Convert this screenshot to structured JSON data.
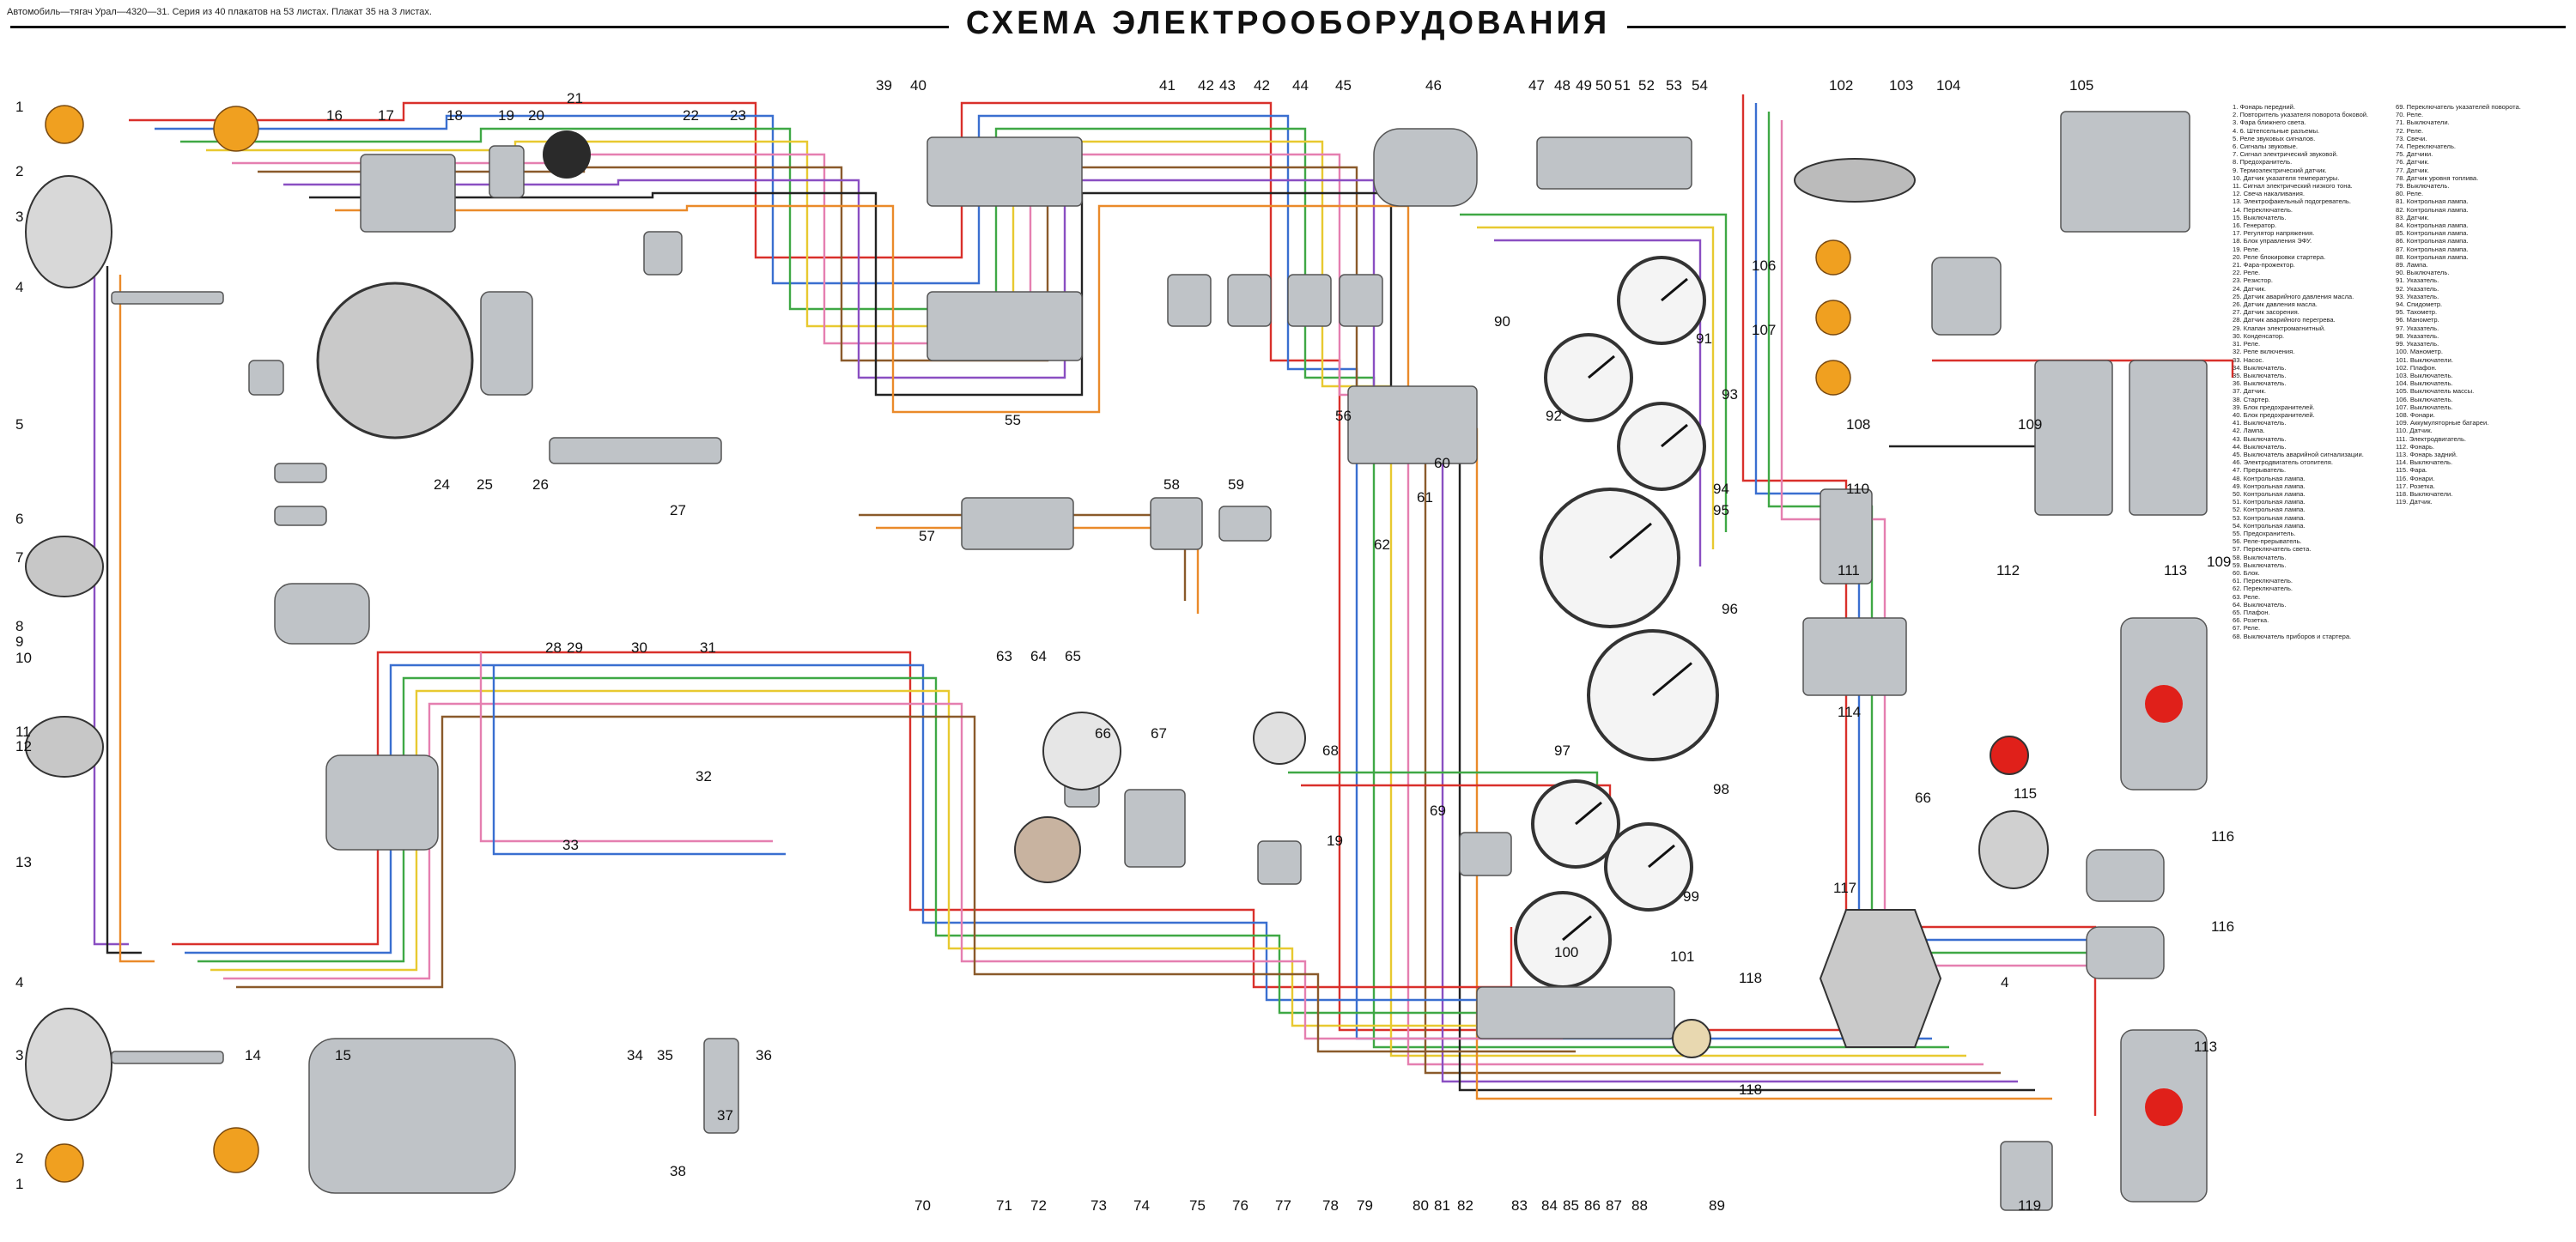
{
  "header": {
    "caption": "Автомобиль—тягач Урал—4320—31. Серия из 40 плакатов на 53 листах. Плакат 35 на 3 листах.",
    "title": "СХЕМА ЭЛЕКТРООБОРУДОВАНИЯ"
  },
  "callouts": {
    "left": [
      "1",
      "2",
      "3",
      "4",
      "5",
      "6",
      "7",
      "8",
      "9",
      "10",
      "11",
      "12",
      "13",
      "4",
      "3",
      "2",
      "1"
    ],
    "top": [
      "16",
      "17",
      "18",
      "19",
      "20",
      "21",
      "22",
      "23",
      "39",
      "40",
      "41",
      "42",
      "43",
      "42",
      "44",
      "45",
      "46",
      "47",
      "48",
      "49",
      "50",
      "51",
      "52",
      "53",
      "54",
      "102",
      "103",
      "104",
      "105"
    ],
    "middle": [
      "24",
      "25",
      "26",
      "27",
      "28",
      "29",
      "30",
      "31",
      "32",
      "33",
      "55",
      "56",
      "57",
      "58",
      "59",
      "60",
      "61",
      "62",
      "63",
      "64",
      "65",
      "66",
      "67",
      "68",
      "19",
      "69",
      "90",
      "91",
      "92",
      "93",
      "94",
      "95",
      "96",
      "97",
      "98",
      "99",
      "100",
      "101",
      "106",
      "107",
      "108",
      "109",
      "109",
      "110",
      "111",
      "112",
      "113",
      "114",
      "115",
      "116",
      "116",
      "117",
      "118",
      "118",
      "4",
      "113",
      "66"
    ],
    "bottom": [
      "14",
      "15",
      "34",
      "35",
      "36",
      "37",
      "38",
      "70",
      "71",
      "72",
      "73",
      "74",
      "75",
      "76",
      "77",
      "78",
      "79",
      "80",
      "81",
      "82",
      "83",
      "84",
      "85",
      "86",
      "87",
      "88",
      "89",
      "119"
    ]
  },
  "colors": {
    "wire_red": "#d9302b",
    "wire_blue": "#3a6fd0",
    "wire_green": "#3fa845",
    "wire_yellow": "#e8c930",
    "wire_pink": "#e57fb0",
    "wire_brown": "#8a5a2b",
    "wire_violet": "#8a4fc2",
    "wire_black": "#222222",
    "wire_orange": "#ea8a2a",
    "lamp_orange": "#f0a020",
    "lamp_red": "#e0201a",
    "component_grey": "#bfc3c7"
  },
  "legend": {
    "column1": [
      "1. Фонарь передний.",
      "2. Повторитель указателя поворота боковой.",
      "3. Фара ближнего света.",
      "4. 6. Штепсельные разъемы.",
      "5. Реле звуковых сигналов.",
      "6. Сигналы звуковые.",
      "7. Сигнал электрический звуковой.",
      "8. Предохранитель.",
      "9. Термоэлектрический датчик.",
      "10. Датчик указателя температуры.",
      "11. Сигнал электрический низкого тона.",
      "12. Свеча накаливания.",
      "13. Электрофакельный подогреватель.",
      "14. Переключатель.",
      "15. Выключатель.",
      "16. Генератор.",
      "17. Регулятор напряжения.",
      "18. Блок управления ЭФУ.",
      "19. Реле.",
      "20. Реле блокировки стартера.",
      "21. Фара-прожектор.",
      "22. Реле.",
      "23. Резистор.",
      "24. Датчик.",
      "25. Датчик аварийного давления масла.",
      "26. Датчик давления масла.",
      "27. Датчик засорения.",
      "28. Датчик аварийного перегрева.",
      "29. Клапан электромагнитный.",
      "30. Конденсатор.",
      "31. Реле.",
      "32. Реле включения.",
      "33. Насос.",
      "34. Выключатель.",
      "35. Выключатель.",
      "36. Выключатель.",
      "37. Датчик.",
      "38. Стартер.",
      "39. Блок предохранителей.",
      "40. Блок предохранителей.",
      "41. Выключатель.",
      "42. Лампа.",
      "43. Выключатель.",
      "44. Выключатель.",
      "45. Выключатель аварийной сигнализации.",
      "46. Электродвигатель отопителя.",
      "47. Прерыватель.",
      "48. Контрольная лампа.",
      "49. Контрольная лампа.",
      "50. Контрольная лампа.",
      "51. Контрольная лампа.",
      "52. Контрольная лампа.",
      "53. Контрольная лампа.",
      "54. Контрольная лампа.",
      "55. Предохранитель.",
      "56. Реле-прерыватель.",
      "57. Переключатель света.",
      "58. Выключатель.",
      "59. Выключатель.",
      "60. Блок.",
      "61. Переключатель.",
      "62. Переключатель.",
      "63. Реле.",
      "64. Выключатель.",
      "65. Плафон.",
      "66. Розетка.",
      "67. Реле.",
      "68. Выключатель приборов и стартера."
    ],
    "column2": [
      "69. Переключатель указателей поворота.",
      "70. Реле.",
      "71. Выключатели.",
      "72. Реле.",
      "73. Свечи.",
      "74. Переключатель.",
      "75. Датчики.",
      "76. Датчик.",
      "77. Датчик.",
      "78. Датчик уровня топлива.",
      "79. Выключатель.",
      "80. Реле.",
      "81. Контрольная лампа.",
      "82. Контрольная лампа.",
      "83. Датчик.",
      "84. Контрольная лампа.",
      "85. Контрольная лампа.",
      "86. Контрольная лампа.",
      "87. Контрольная лампа.",
      "88. Контрольная лампа.",
      "89. Лампа.",
      "90. Выключатель.",
      "91. Указатель.",
      "92. Указатель.",
      "93. Указатель.",
      "94. Спидометр.",
      "95. Тахометр.",
      "96. Манометр.",
      "97. Указатель.",
      "98. Указатель.",
      "99. Указатель.",
      "100. Манометр.",
      "101. Выключатели.",
      "102. Плафон.",
      "103. Выключатель.",
      "104. Выключатель.",
      "105. Выключатель массы.",
      "106. Выключатель.",
      "107. Выключатель.",
      "108. Фонари.",
      "109. Аккумуляторные батареи.",
      "110. Датчик.",
      "111. Электродвигатель.",
      "112. Фонарь.",
      "113. Фонарь задний.",
      "114. Выключатель.",
      "115. Фара.",
      "116. Фонари.",
      "117. Розетка.",
      "118. Выключатели.",
      "119. Датчик."
    ]
  }
}
